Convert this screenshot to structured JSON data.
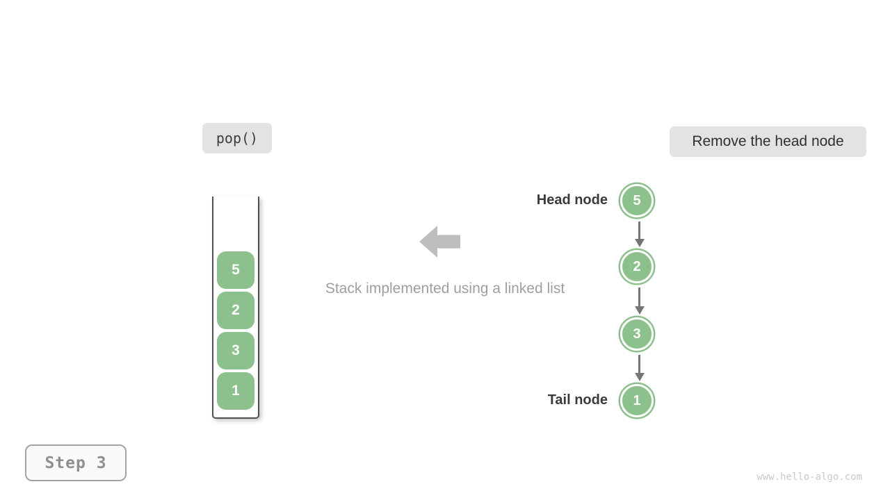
{
  "labels": {
    "operation": "pop()",
    "action": "Remove the head node",
    "caption": "Stack implemented using a linked list",
    "head_node": "Head node",
    "tail_node": "Tail node",
    "step": "Step 3",
    "watermark": "www.hello-algo.com"
  },
  "stack": {
    "values_top_to_bottom": [
      "5",
      "2",
      "3",
      "1"
    ]
  },
  "linked_list": {
    "nodes_head_to_tail": [
      "5",
      "2",
      "3",
      "1"
    ]
  },
  "icons": {
    "direction_arrow": "left-arrow-icon"
  },
  "colors": {
    "node_green": "#8cc08c",
    "pill_bg": "#e3e3e3",
    "arrow_gray": "#bdbdbd",
    "caption_gray": "#9e9e9e",
    "dark_text": "#3a3a3a",
    "connector_gray": "#757575",
    "container_border": "#505050",
    "step_border": "#a2a2a2",
    "step_text": "#8f8f8f",
    "watermark_gray": "#c9c9c9"
  }
}
